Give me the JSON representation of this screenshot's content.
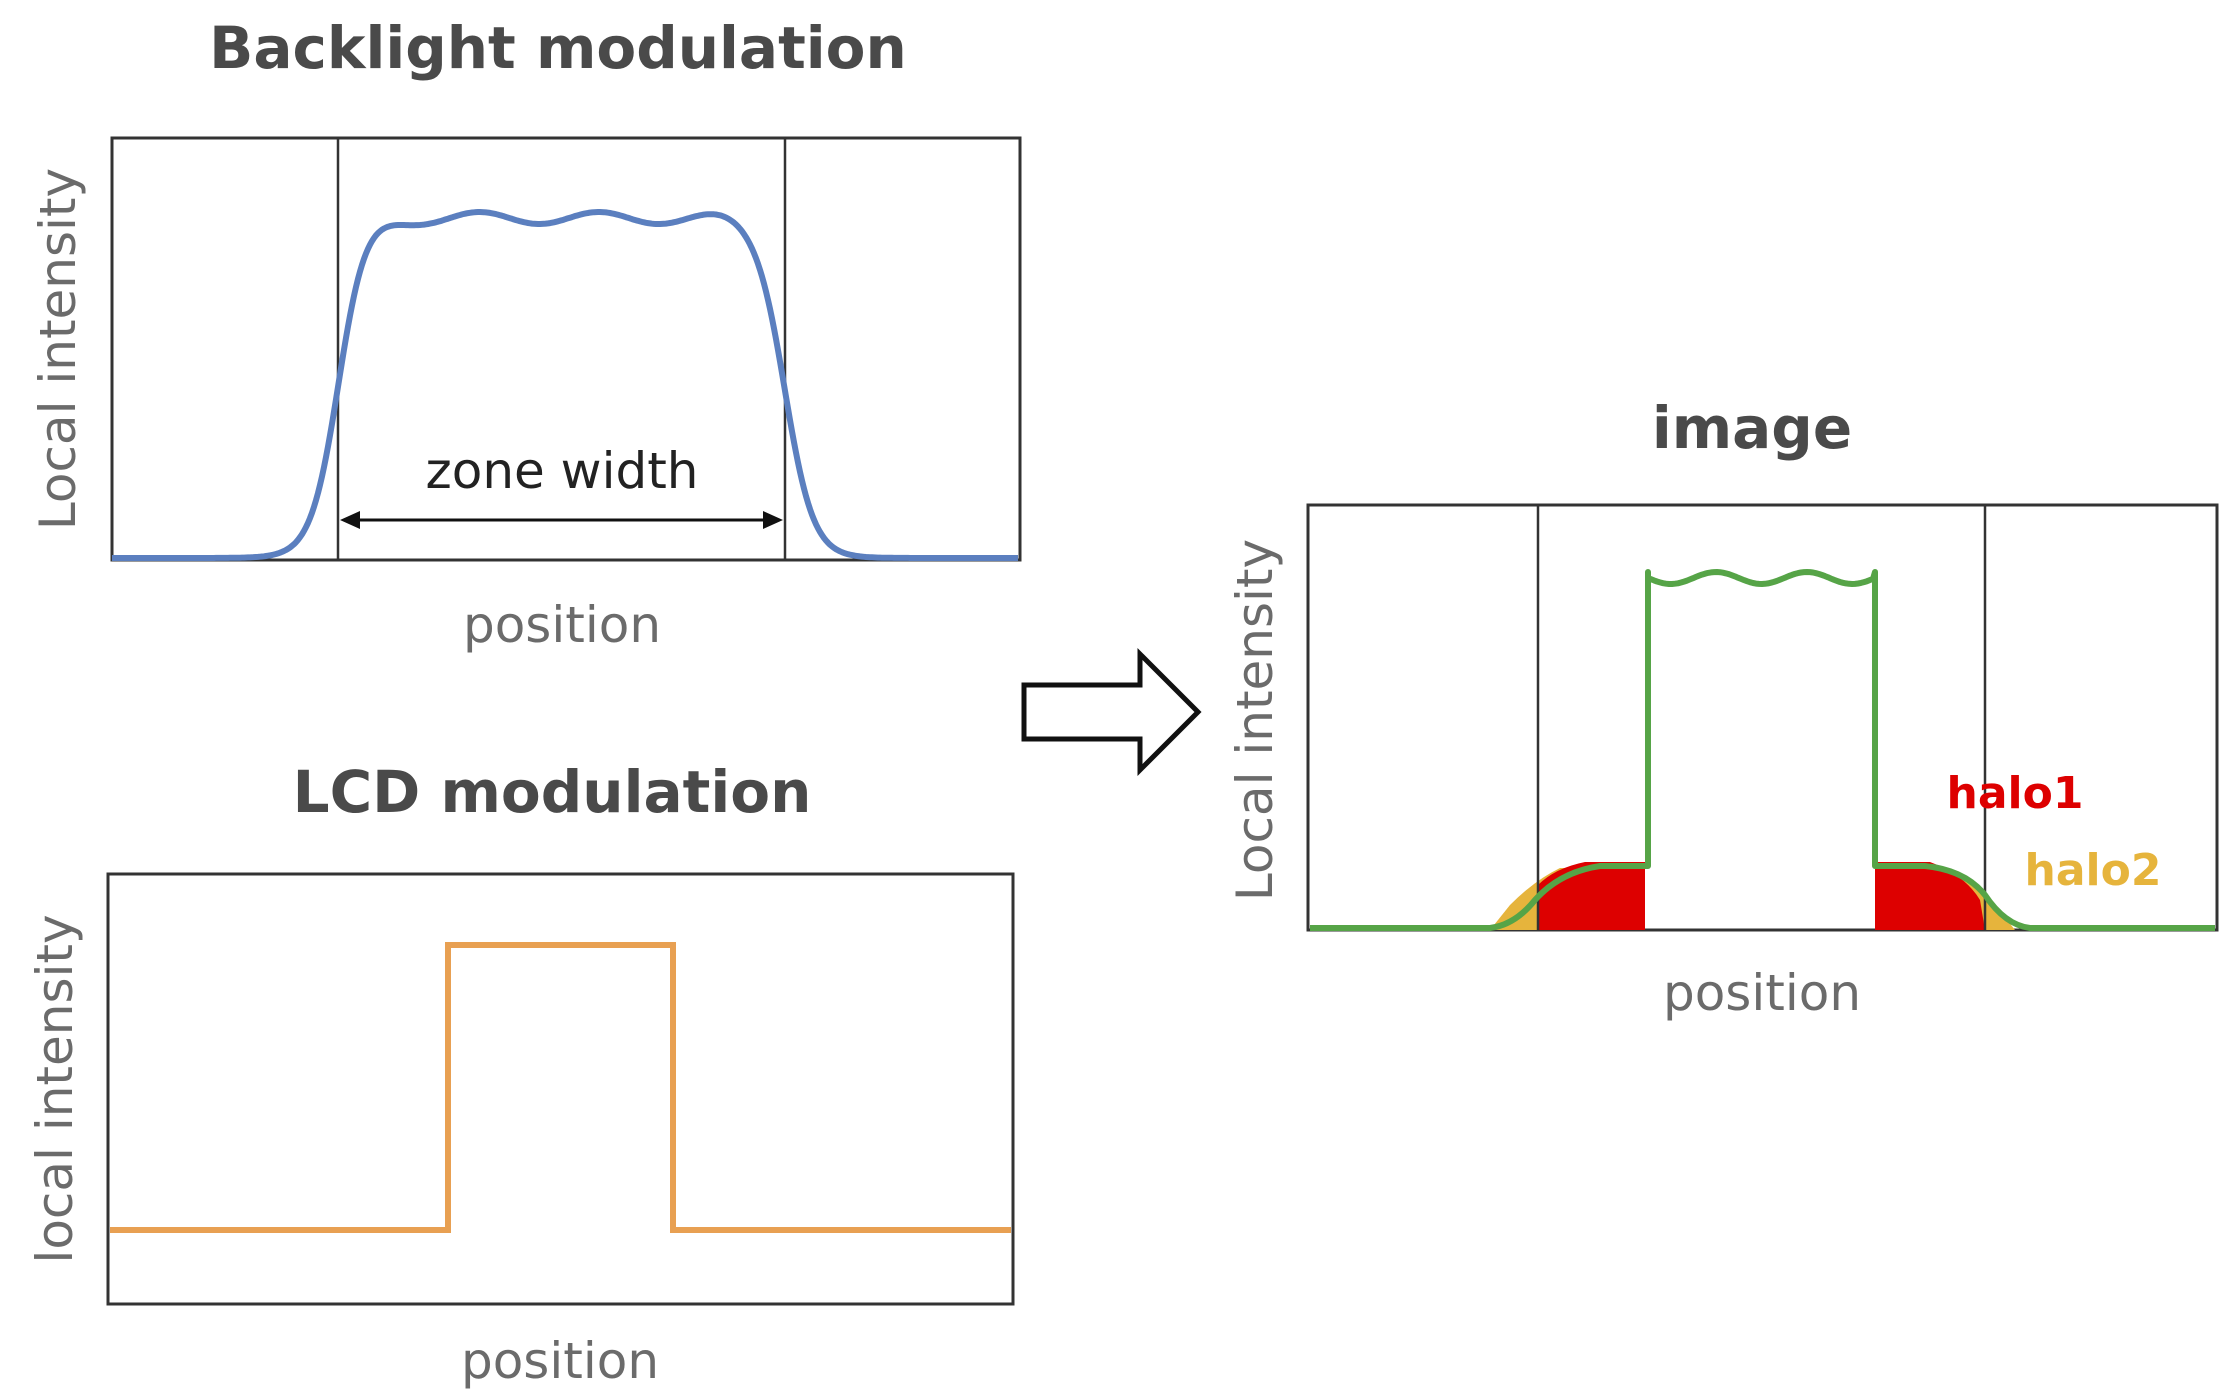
{
  "colors": {
    "backlight": "#5b7fbf",
    "lcd": "#e8a052",
    "image": "#56a447",
    "halo1": "#dd0000",
    "halo2": "#e6b43c",
    "frame": "#333333"
  },
  "panels": {
    "backlight": {
      "title": "Backlight modulation",
      "ylabel": "Local intensity",
      "xlabel": "position",
      "annotation": "zone width"
    },
    "lcd": {
      "title": "LCD modulation",
      "ylabel": "local intensity",
      "xlabel": "position"
    },
    "image": {
      "title": "image",
      "ylabel": "Local intensity",
      "xlabel": "position",
      "halo1_label": "halo1",
      "halo2_label": "halo2"
    }
  },
  "icons": {
    "arrow": "right-arrow-icon"
  }
}
